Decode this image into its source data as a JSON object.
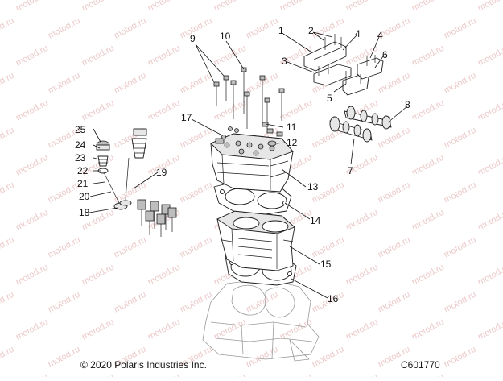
{
  "watermark": "motod.ru",
  "callouts": [
    "1",
    "2",
    "3",
    "4",
    "4",
    "5",
    "6",
    "7",
    "8",
    "9",
    "10",
    "11",
    "12",
    "13",
    "14",
    "15",
    "16",
    "17",
    "18",
    "19",
    "20",
    "21",
    "22",
    "23",
    "24",
    "25"
  ],
  "footer": {
    "copyright": "© 2020 Polaris Industries Inc.",
    "diagram_id": "C601770"
  }
}
